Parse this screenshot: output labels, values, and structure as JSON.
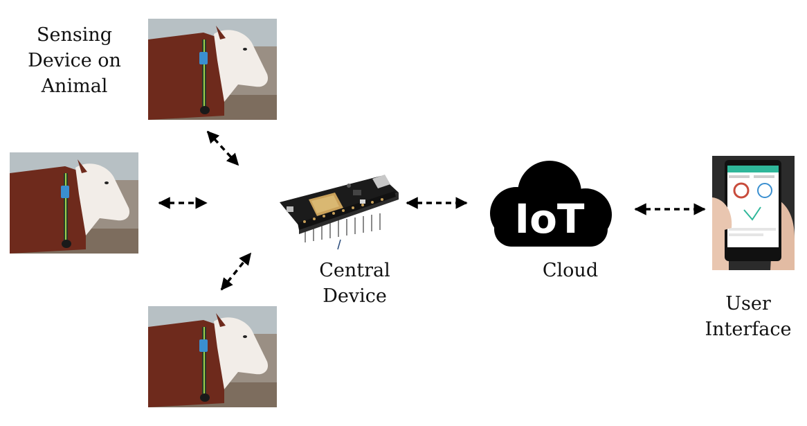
{
  "labels": {
    "sensing": "Sensing\nDevice on\nAnimal",
    "central": "Central\nDevice",
    "cloud": "Cloud",
    "user": "User\nInterface"
  },
  "cloud_logo_text": "IoT",
  "colors": {
    "cow_brown": "#6e2a1c",
    "cow_white": "#f2ede8",
    "collar_blue": "#3a8fd0",
    "collar_strap": "#9bd04a",
    "board_black": "#1b1b1b",
    "cloud_black": "#000000",
    "phone_screen": "#ffffff",
    "phone_accent": "#2fb79a"
  },
  "icons": [
    "cow-photo",
    "microcontroller-board",
    "iot-cloud-icon",
    "smartphone-photo",
    "bidirectional-arrow"
  ]
}
